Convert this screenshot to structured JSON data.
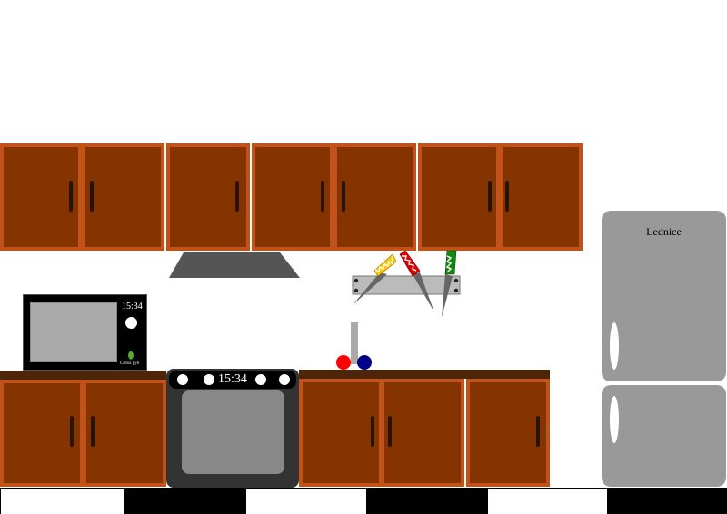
{
  "microwave": {
    "clock": "15:34",
    "tiny_label": "",
    "brand": "Cirrus pyb"
  },
  "oven": {
    "clock": "15:34"
  },
  "fridge": {
    "label": "Lednice"
  },
  "colors": {
    "cabinet_frame": "#c0521a",
    "cabinet_door": "#853400",
    "countertop": "#4d2508",
    "fridge": "#999999",
    "oven": "#333333",
    "knife_handles": [
      "#ffcc00",
      "#dd0000",
      "#118811"
    ],
    "ball_red": "#ff0000",
    "ball_blue": "#000088"
  }
}
